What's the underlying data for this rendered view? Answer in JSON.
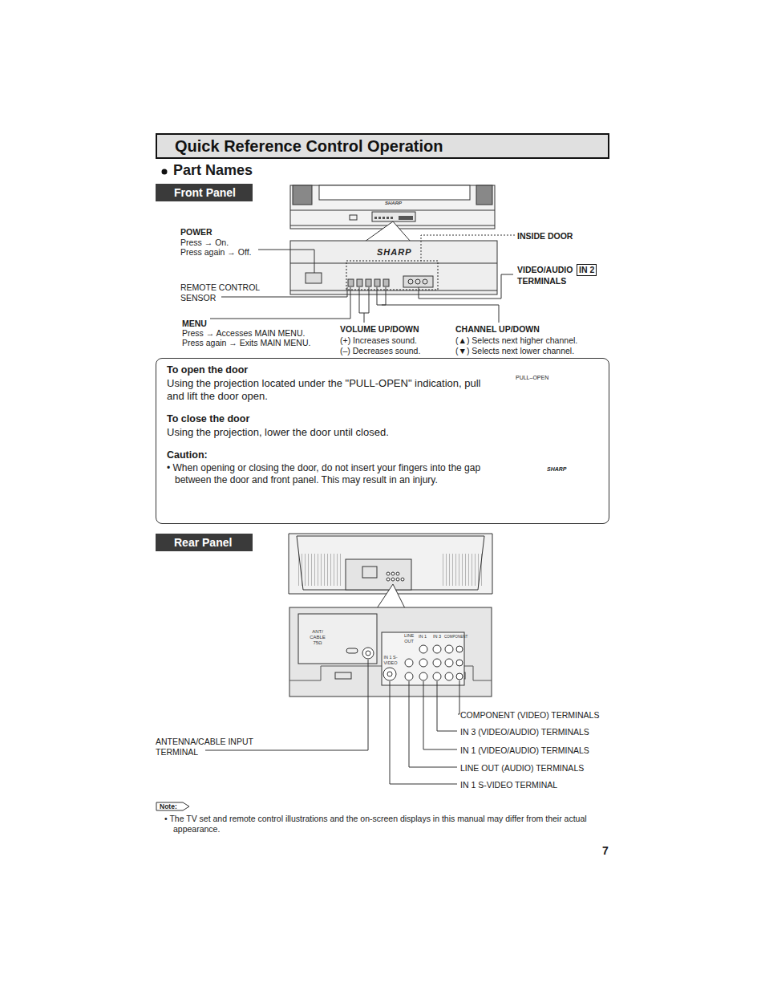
{
  "diagram": {
    "title": "Quick Reference Control Operation",
    "nodes": [
      {
        "text": [
          "Front Panel"
        ]
      },
      {
        "text": [
          "To open the door",
          "Using the projection located under the \"PULL-OPEN\" indication, pull and lift the door open.",
          "To close the door",
          "Using the projection, lower the door until closed.",
          "Caution:",
          "• When opening or closing the door, do not insert your fingers into the gap between the door and front panel. This may result in an injury."
        ]
      },
      {
        "text": [
          "Rear Panel"
        ]
      }
    ],
    "labels": [
      "Part Names",
      "POWER",
      "Press → On.",
      "Press again → Off.",
      "REMOTE CONTROL SENSOR",
      "MENU",
      "Press → Accesses MAIN MENU.",
      "Press again → Exits MAIN MENU.",
      "VOLUME UP/DOWN",
      "(+) Increases sound.",
      "(–) Decreases sound.",
      "CHANNEL UP/DOWN",
      "(▲)  Selects next higher channel.",
      "(▼)  Selects next lower channel.",
      "INSIDE DOOR",
      "VIDEO/AUDIO",
      "IN 2",
      "TERMINALS",
      "SHARP",
      "SHARP",
      "PULL–OPEN",
      "SHARP",
      "ANT/ CABLE 75Ω",
      "LINE OUT",
      "IN 1",
      "IN 3",
      "COMPONENT",
      "IN 1 S-VIDEO",
      "COMPONENT (VIDEO) TERMINALS",
      "IN 3 (VIDEO/AUDIO) TERMINALS",
      "IN 1 (VIDEO/AUDIO) TERMINALS",
      "LINE OUT (AUDIO) TERMINALS",
      "IN 1 S-VIDEO TERMINAL",
      "ANTENNA/CABLE INPUT TERMINAL",
      "Note:",
      "• The TV set and remote control illustrations and the on-screen displays in this manual may differ from their actual appearance.",
      "7"
    ]
  }
}
